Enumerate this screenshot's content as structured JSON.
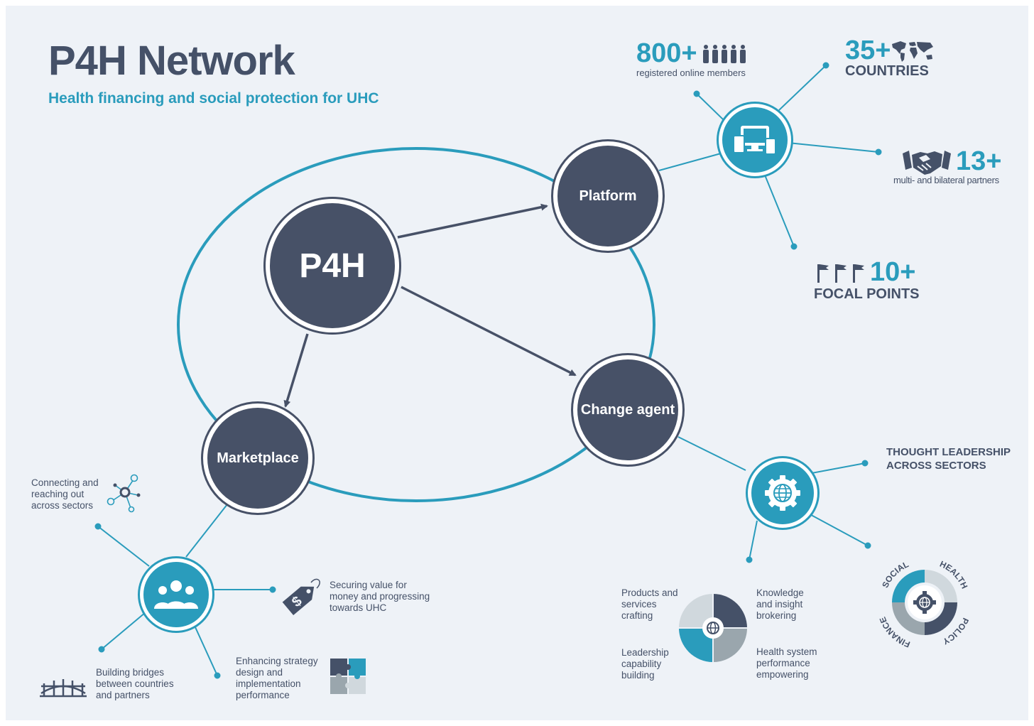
{
  "header": {
    "title": "P4H Network",
    "subtitle": "Health financing and social protection for UHC"
  },
  "nodes": {
    "core": "P4H",
    "platform": "Platform",
    "change_agent": "Change agent",
    "marketplace": "Marketplace"
  },
  "stats": {
    "members": {
      "value": "800+",
      "label": "registered online members"
    },
    "countries": {
      "value": "35+",
      "label": "COUNTRIES"
    },
    "partners": {
      "value": "13+",
      "label": "multi- and bilateral partners"
    },
    "focal_points": {
      "value": "10+",
      "label": "FOCAL POINTS"
    }
  },
  "marketplace_notes": {
    "connecting": "Connecting and reaching out across sectors",
    "securing": "Securing value for money and progressing towards UHC",
    "bridges": "Building bridges between countries and partners",
    "enhancing": "Enhancing strategy design and implementation performance"
  },
  "change_agent_notes": {
    "thought": "THOUGHT LEADERSHIP ACROSS SECTORS",
    "products": "Products and services crafting",
    "knowledge": "Knowledge and insight brokering",
    "leadership": "Leadership capability building",
    "health_system": "Health system performance empowering"
  },
  "ring_labels": {
    "social": "SOCIAL",
    "health": "HEALTH",
    "policy": "POLICY",
    "finance": "FINANCE"
  },
  "colors": {
    "navy": "#475167",
    "teal": "#2a9cbc",
    "light": "#d0d8dd",
    "grey": "#9aa6ad",
    "background": "#eef2f7"
  },
  "icons": {
    "platform_hub": "devices-icon",
    "marketplace_hub": "people-icon",
    "change_agent_hub": "gear-globe-icon"
  }
}
